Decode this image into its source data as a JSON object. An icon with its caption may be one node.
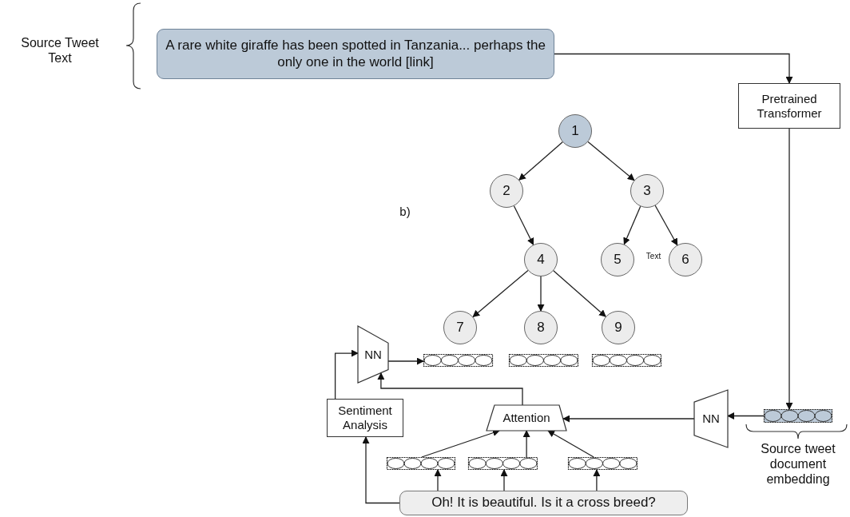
{
  "diagram": {
    "nodes": [
      {
        "text": [
          "A rare white giraffe has been spotted in Tanzania... perhaps the only one in the world [link]"
        ]
      },
      {
        "text": [
          "Pretrained Transformer"
        ]
      },
      {
        "text": [
          "1"
        ]
      },
      {
        "text": [
          "2"
        ]
      },
      {
        "text": [
          "3"
        ]
      },
      {
        "text": [
          "4"
        ]
      },
      {
        "text": [
          "5"
        ]
      },
      {
        "text": [
          "6"
        ]
      },
      {
        "text": [
          "7"
        ]
      },
      {
        "text": [
          "8"
        ]
      },
      {
        "text": [
          "9"
        ]
      },
      {
        "text": [
          "NN"
        ]
      },
      {
        "text": [],
        "shape": "bar"
      },
      {
        "text": [],
        "shape": "bar"
      },
      {
        "text": [],
        "shape": "bar"
      },
      {
        "text": [
          "Sentiment Analysis"
        ]
      },
      {
        "text": [
          "Attention"
        ]
      },
      {
        "text": [
          "NN"
        ]
      },
      {
        "text": [],
        "shape": "bar",
        "beside": [
          "Source tweet document embedding"
        ]
      },
      {
        "text": [],
        "shape": "bar"
      },
      {
        "text": [],
        "shape": "bar"
      },
      {
        "text": [],
        "shape": "bar"
      },
      {
        "text": [
          "Oh! It is beautiful. Is it a cross breed?"
        ]
      }
    ],
    "edges": [
      {
        "from": 0,
        "to": 1,
        "arrow": "to"
      },
      {
        "from": 1,
        "to": 18,
        "arrow": "to"
      },
      {
        "from": 2,
        "to": 3,
        "arrow": "to"
      },
      {
        "from": 2,
        "to": 4,
        "arrow": "to"
      },
      {
        "from": 3,
        "to": 5,
        "arrow": "to"
      },
      {
        "from": 4,
        "to": 6,
        "arrow": "to"
      },
      {
        "from": 4,
        "to": 7,
        "arrow": "to"
      },
      {
        "from": 5,
        "to": 8,
        "arrow": "to"
      },
      {
        "from": 5,
        "to": 9,
        "arrow": "to"
      },
      {
        "from": 5,
        "to": 10,
        "arrow": "to"
      },
      {
        "from": 18,
        "to": 17,
        "arrow": "to"
      },
      {
        "from": 17,
        "to": 16,
        "arrow": "to"
      },
      {
        "from": 16,
        "to": 11,
        "arrow": "to"
      },
      {
        "from": 15,
        "to": 11,
        "arrow": "to"
      },
      {
        "from": 11,
        "to": 12,
        "arrow": "to"
      },
      {
        "from": 19,
        "to": 16,
        "arrow": "to"
      },
      {
        "from": 20,
        "to": 16,
        "arrow": "to"
      },
      {
        "from": 21,
        "to": 16,
        "arrow": "to"
      },
      {
        "from": 22,
        "to": 19,
        "arrow": "to"
      },
      {
        "from": 22,
        "to": 20,
        "arrow": "to"
      },
      {
        "from": 22,
        "to": 21,
        "arrow": "to"
      },
      {
        "from": 22,
        "to": 15,
        "arrow": "to"
      }
    ],
    "labels": [
      "Source Tweet Text",
      "b)",
      "Text"
    ]
  }
}
